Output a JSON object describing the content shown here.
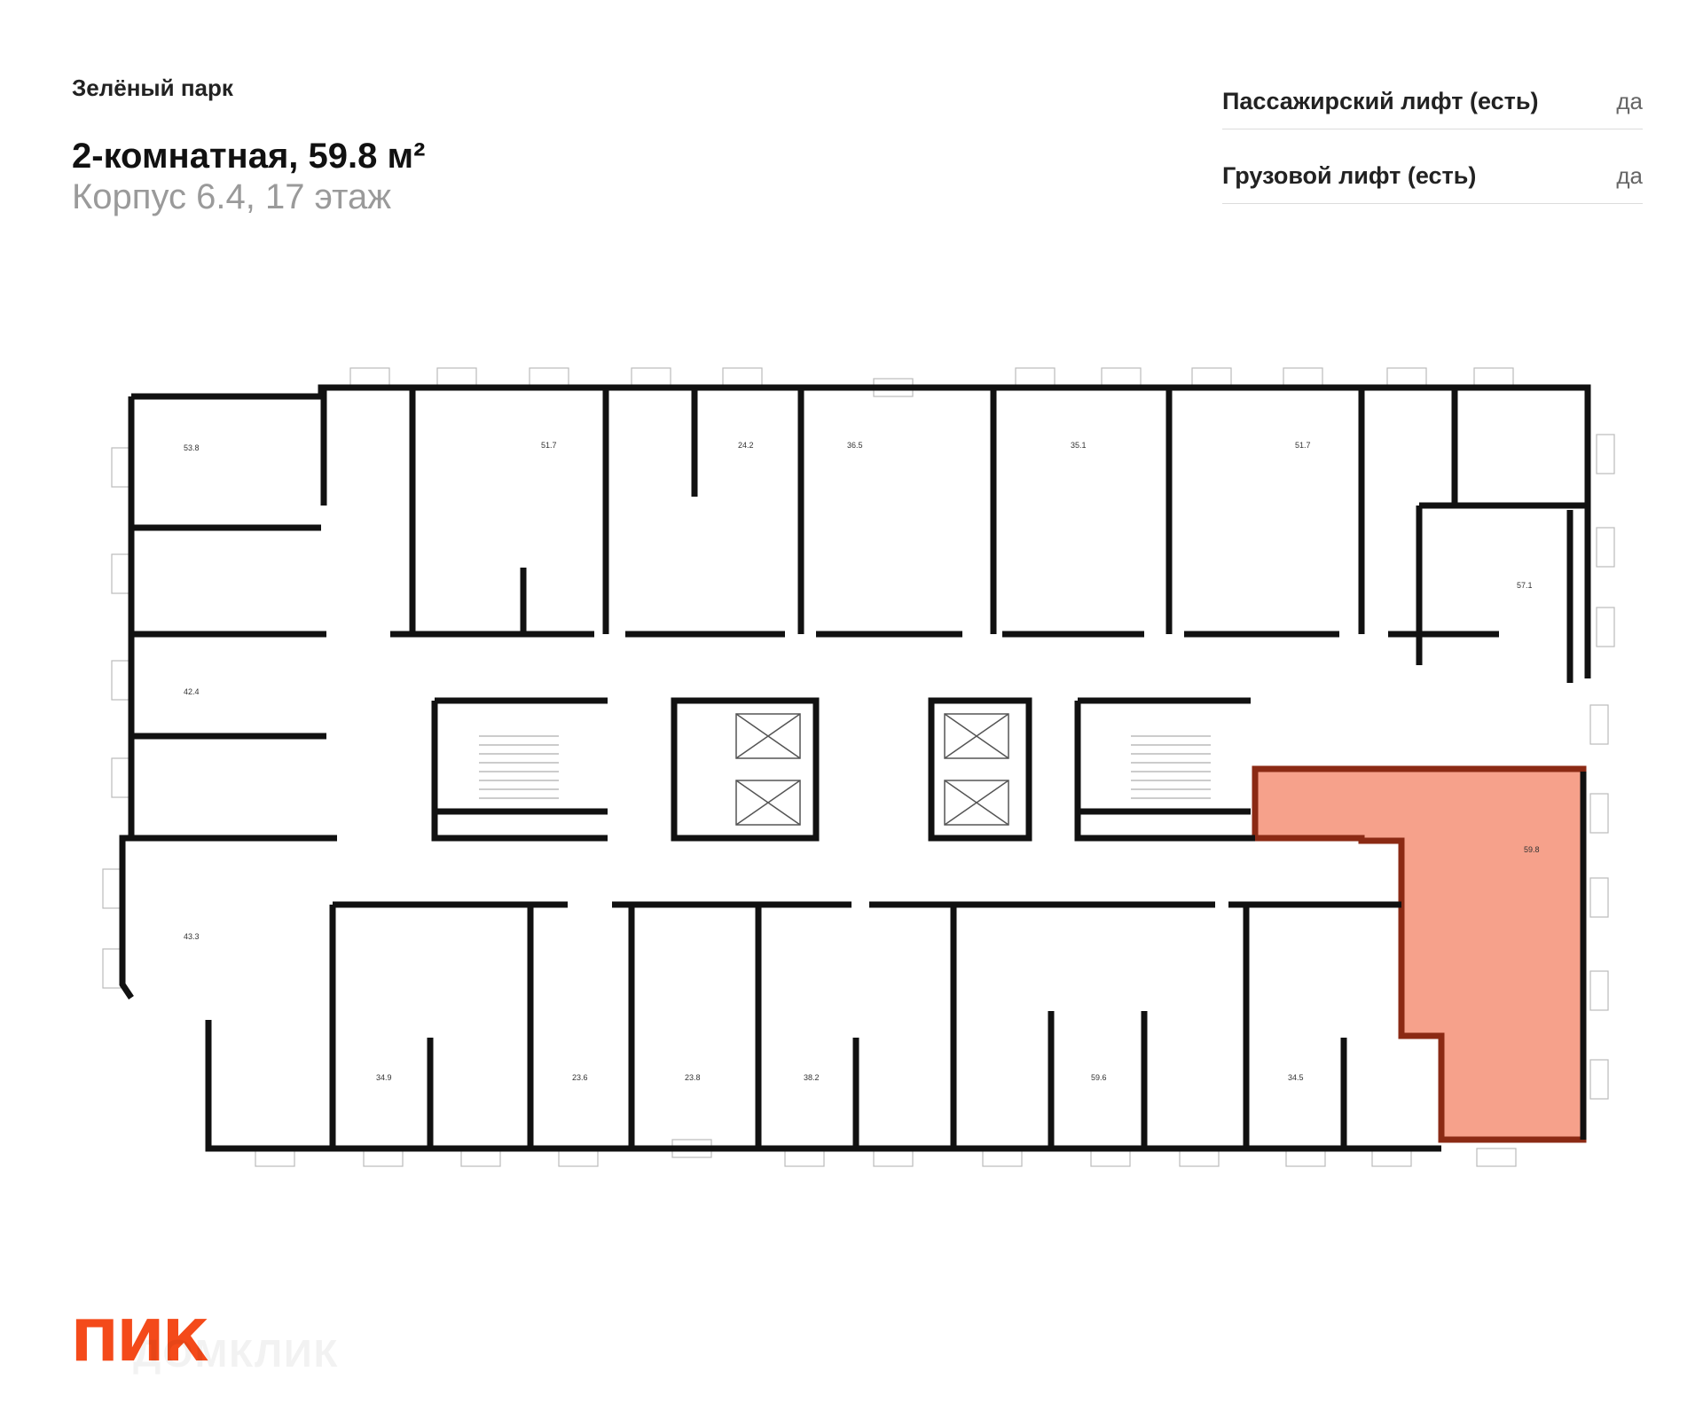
{
  "header": {
    "project": "Зелёный парк",
    "title": "2-комнатная, 59.8 м²",
    "subtitle": "Корпус 6.4, 17 этаж"
  },
  "features": [
    {
      "label": "Пассажирский лифт (есть)",
      "value": "да"
    },
    {
      "label": "Грузовой лифт (есть)",
      "value": "да"
    }
  ],
  "floor_plan": {
    "highlight_color": "#f6a18b",
    "highlight_border": "#8b2a14",
    "units_top": [
      "53.8",
      "51.7",
      "24.2",
      "36.5",
      "35.1",
      "51.7",
      "57.1"
    ],
    "units_left": [
      "42.4",
      "43.3"
    ],
    "units_bottom": [
      "34.9",
      "23.6",
      "23.8",
      "38.2",
      "59.6",
      "34.5"
    ],
    "selected_unit": "59.8"
  },
  "brand": {
    "logo": "ПИК",
    "watermark": "ДОМКЛИК",
    "color": "#f44a1a"
  }
}
